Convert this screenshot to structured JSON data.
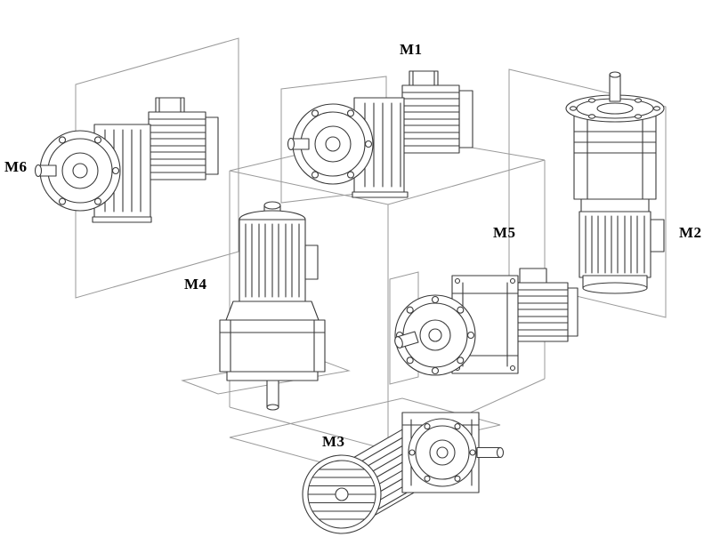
{
  "diagram": {
    "labels": {
      "m1": "M1",
      "m2": "M2",
      "m3": "M3",
      "m4": "M4",
      "m5": "M5",
      "m6": "M6"
    },
    "colors": {
      "line": "#3a3a3a",
      "panel": "#9a9a9a",
      "background": "#ffffff",
      "label": "#000000"
    }
  }
}
